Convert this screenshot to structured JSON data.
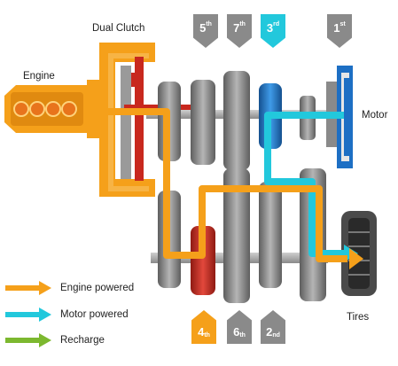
{
  "labels": {
    "engine": "Engine",
    "dual_clutch": "Dual Clutch",
    "motor": "Motor",
    "tires": "Tires"
  },
  "gears_top": [
    {
      "num": "5",
      "suffix": "th",
      "color": "#8a8a8a"
    },
    {
      "num": "7",
      "suffix": "th",
      "color": "#8a8a8a"
    },
    {
      "num": "3",
      "suffix": "rd",
      "color": "#22c8dc"
    },
    {
      "num": "1",
      "suffix": "st",
      "color": "#8a8a8a"
    }
  ],
  "gears_bottom": [
    {
      "num": "4",
      "suffix": "th",
      "color": "#f5a01a"
    },
    {
      "num": "6",
      "suffix": "th",
      "color": "#8a8a8a"
    },
    {
      "num": "2",
      "suffix": "nd",
      "color": "#8a8a8a"
    }
  ],
  "legend": [
    {
      "label": "Engine powered",
      "color": "#f5a01a"
    },
    {
      "label": "Motor powered",
      "color": "#22c8dc"
    },
    {
      "label": "Recharge",
      "color": "#7cb82f"
    }
  ],
  "colors": {
    "engine_path": "#f5a01a",
    "motor_path": "#22c8dc",
    "active_gear_red": "#c8281e",
    "active_gear_blue": "#1d6fc4",
    "gear_grey": "#7a7a7a"
  }
}
